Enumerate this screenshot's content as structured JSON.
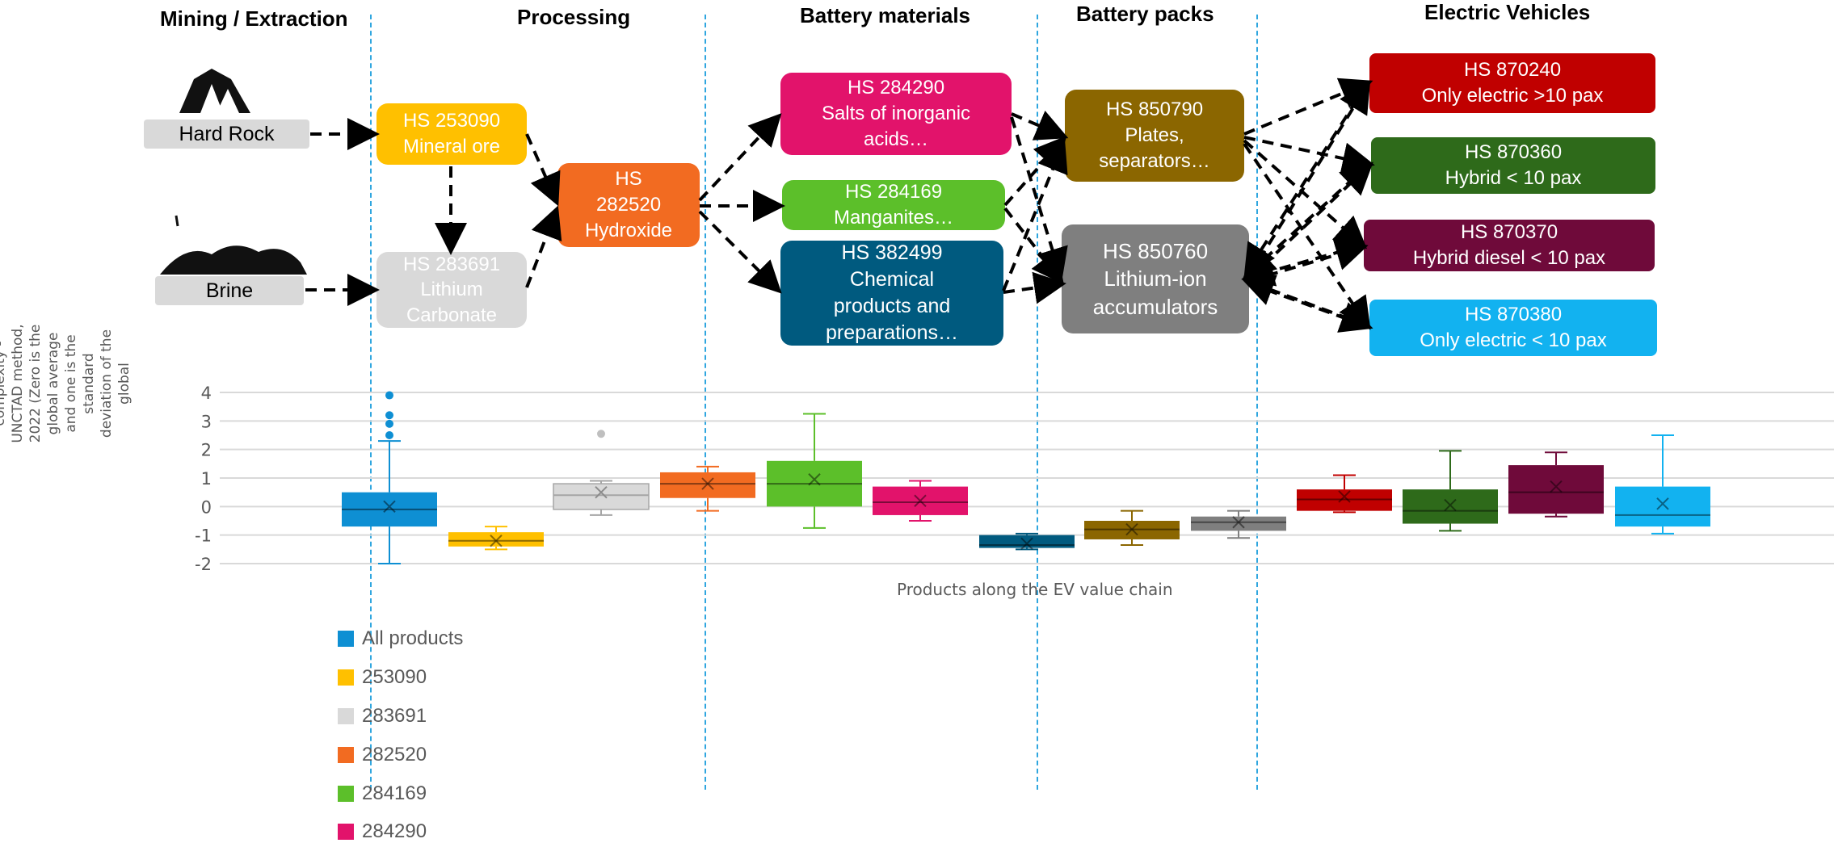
{
  "stages": [
    "Mining / Extraction",
    "Processing",
    "Battery materials",
    "Battery packs",
    "Electric Vehicles"
  ],
  "sources": {
    "hard_rock": "Hard Rock",
    "brine": "Brine"
  },
  "nodes": {
    "n253090": [
      "HS 253090",
      "Mineral ore"
    ],
    "n283691": [
      "HS 283691",
      "Lithium",
      "Carbonate"
    ],
    "n282520": [
      "HS",
      "282520",
      "Hydroxide"
    ],
    "n284290": [
      "HS 284290",
      "Salts of inorganic",
      "acids…"
    ],
    "n284169": [
      "HS 284169",
      "Manganites…"
    ],
    "n382499": [
      "HS 382499",
      "Chemical",
      "products and",
      "preparations…"
    ],
    "n850790": [
      "HS 850790",
      "Plates,",
      "separators…"
    ],
    "n850760": [
      "HS 850760",
      "Lithium-ion",
      "accumulators"
    ],
    "n870240": [
      "HS 870240",
      "Only electric >10 pax"
    ],
    "n870360": [
      "HS 870360",
      "Hybrid < 10 pax"
    ],
    "n870370": [
      "HS 870370",
      "Hybrid diesel < 10 pax"
    ],
    "n870380": [
      "HS 870380",
      "Only electric < 10 pax"
    ]
  },
  "colors": {
    "all": "#0e8fd3",
    "c253090": "#ffc000",
    "c283691": "#d9d9d9",
    "c282520": "#f26b21",
    "c284169": "#5cbf2a",
    "c284290": "#e2136b",
    "c382499": "#005a7f",
    "c850790": "#8b6600",
    "c850760": "#7f7f7f",
    "c870240": "#c00000",
    "c870360": "#2e6a1a",
    "c870370": "#6f0a3a",
    "c870380": "#12b2f0"
  },
  "chart_data": {
    "type": "box",
    "xlabel": "Products along the EV value chain",
    "ylabel_lines": [
      "complexity -",
      "UNCTAD method,",
      "2022 (Zero is the",
      "global average",
      "and one is the",
      "standard",
      "deviation of the",
      "global"
    ],
    "yticks": [
      "4",
      "3",
      "2",
      "1",
      "0",
      "-1",
      "-2"
    ],
    "ylim": [
      -2,
      4
    ],
    "grid": true,
    "series": [
      {
        "name": "All products",
        "q1": -0.7,
        "median": -0.1,
        "q3": 0.5,
        "min": -2.0,
        "max": 2.3,
        "mean": 0.0,
        "outliers": [
          2.5,
          2.9,
          3.2,
          3.9
        ]
      },
      {
        "name": "253090",
        "q1": -1.4,
        "median": -1.2,
        "q3": -0.9,
        "min": -1.5,
        "max": -0.7,
        "mean": -1.2
      },
      {
        "name": "283691",
        "q1": -0.1,
        "median": 0.4,
        "q3": 0.8,
        "min": -0.3,
        "max": 0.9,
        "mean": 0.5,
        "outliers": [
          2.55
        ]
      },
      {
        "name": "282520",
        "q1": 0.3,
        "median": 0.8,
        "q3": 1.2,
        "min": -0.15,
        "max": 1.4,
        "mean": 0.8
      },
      {
        "name": "284169",
        "q1": 0.0,
        "median": 0.8,
        "q3": 1.6,
        "min": -0.75,
        "max": 3.25,
        "mean": 0.95
      },
      {
        "name": "284290",
        "q1": -0.3,
        "median": 0.15,
        "q3": 0.7,
        "min": -0.5,
        "max": 0.9,
        "mean": 0.2
      },
      {
        "name": "382499",
        "q1": -1.45,
        "median": -1.35,
        "q3": -1.0,
        "min": -1.5,
        "max": -0.95,
        "mean": -1.3
      },
      {
        "name": "850790",
        "q1": -1.15,
        "median": -0.8,
        "q3": -0.5,
        "min": -1.35,
        "max": -0.15,
        "mean": -0.8
      },
      {
        "name": "850760",
        "q1": -0.85,
        "median": -0.55,
        "q3": -0.35,
        "min": -1.1,
        "max": -0.15,
        "mean": -0.55
      },
      {
        "name": "870240",
        "q1": -0.15,
        "median": 0.25,
        "q3": 0.6,
        "min": -0.2,
        "max": 1.1,
        "mean": 0.35
      },
      {
        "name": "870360",
        "q1": -0.6,
        "median": -0.15,
        "q3": 0.6,
        "min": -0.85,
        "max": 1.95,
        "mean": 0.05
      },
      {
        "name": "870370",
        "q1": -0.25,
        "median": 0.5,
        "q3": 1.45,
        "min": -0.35,
        "max": 1.9,
        "mean": 0.7
      },
      {
        "name": "870380",
        "q1": -0.7,
        "median": -0.3,
        "q3": 0.7,
        "min": -0.95,
        "max": 2.5,
        "mean": 0.1
      }
    ],
    "legend": [
      "All products",
      "253090",
      "283691",
      "282520",
      "284169",
      "284290"
    ]
  }
}
